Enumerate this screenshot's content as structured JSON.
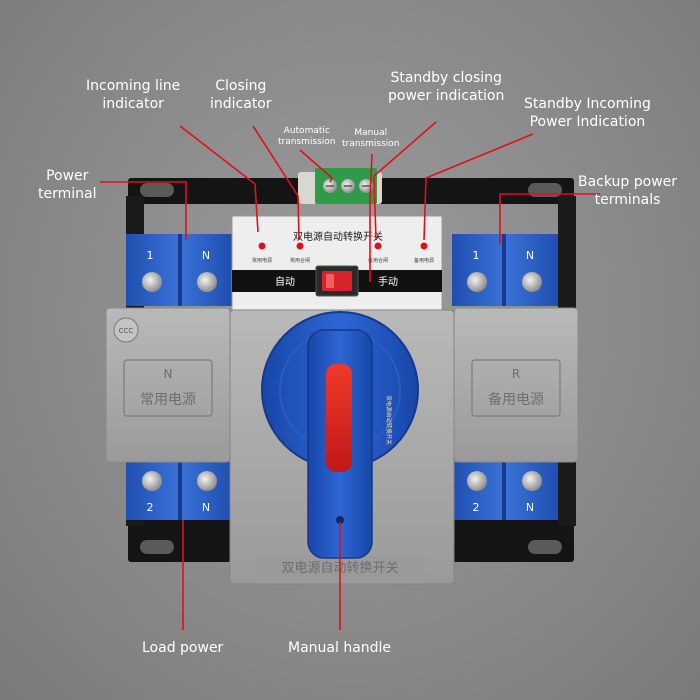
{
  "colors": {
    "background": "#8a8a8a",
    "leader_line": "#e0101a",
    "terminal_block_blue": "#2a5fc0",
    "housing_gray": "#a6a6a6",
    "handle_blue": "#1f56c8",
    "indicator_red": "#e0101a",
    "switch_red": "#d9232c"
  },
  "callouts": {
    "incoming_line_indicator": [
      "Incoming line",
      "indicator"
    ],
    "closing_indicator": [
      "Closing",
      "indicator"
    ],
    "standby_closing_power_indication": [
      "Standby closing",
      "power indication"
    ],
    "standby_incoming_power_indication": [
      "Standby Incoming",
      "Power Indication"
    ],
    "automatic_transmission": [
      "Automatic",
      "transmission"
    ],
    "manual_transmission": [
      "Manual",
      "transmission"
    ],
    "power_terminal": [
      "Power",
      "terminal"
    ],
    "backup_power_terminals": [
      "Backup power",
      "terminals"
    ],
    "load_power": "Load power",
    "manual_handle": "Manual handle"
  },
  "device": {
    "panel_title": "双电源自动转换开关",
    "indicator_labels": [
      "常用电源",
      "常用合闸",
      "备用合闸",
      "备用电源"
    ],
    "mode_auto": "自动",
    "mode_manual": "手动",
    "cover_left_letter": "N",
    "cover_left_text": "常用电源",
    "cover_right_letter": "R",
    "cover_right_text": "备用电源",
    "terminal_top_left": [
      "1",
      "N"
    ],
    "terminal_top_right": [
      "1",
      "N"
    ],
    "terminal_bottom_left": [
      "2",
      "N"
    ],
    "terminal_bottom_right": [
      "2",
      "N"
    ],
    "handle_text": "双电源自动转换开关",
    "base_text": "双电源自动转换开关",
    "cert_mark": "CCC"
  }
}
